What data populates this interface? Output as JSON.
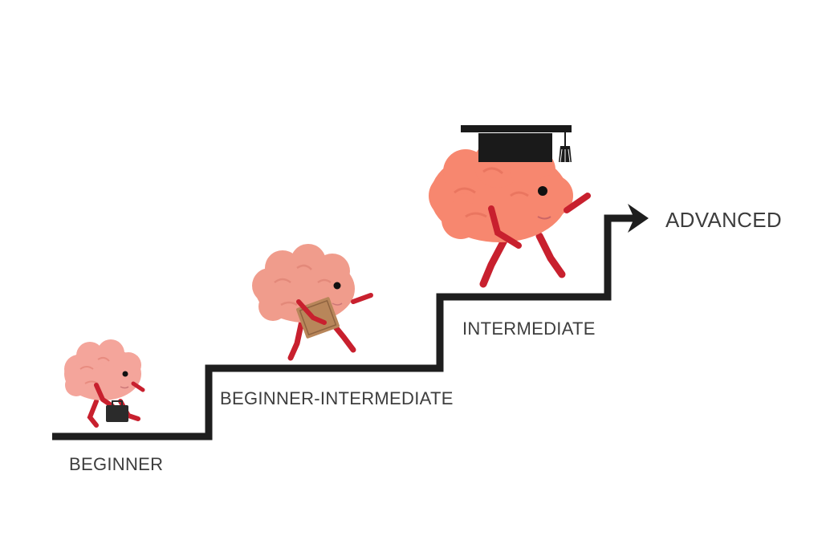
{
  "stages": [
    {
      "label": "BEGINNER",
      "character": "brain-with-briefcase"
    },
    {
      "label": "BEGINNER-INTERMEDIATE",
      "character": "brain-with-book"
    },
    {
      "label": "INTERMEDIATE",
      "character": "brain-with-graduation-cap"
    },
    {
      "label": "ADVANCED",
      "character": "arrow-icon"
    }
  ],
  "colors": {
    "stairs": "#1e1e1e",
    "brain_small": "#f4a59b",
    "brain_medium": "#f09c8c",
    "brain_large": "#f7876f",
    "limbs": "#c8202e",
    "book": "#b8865a",
    "briefcase": "#2b2b2b",
    "cap": "#1a1a1a",
    "text": "#3d3d3d"
  }
}
